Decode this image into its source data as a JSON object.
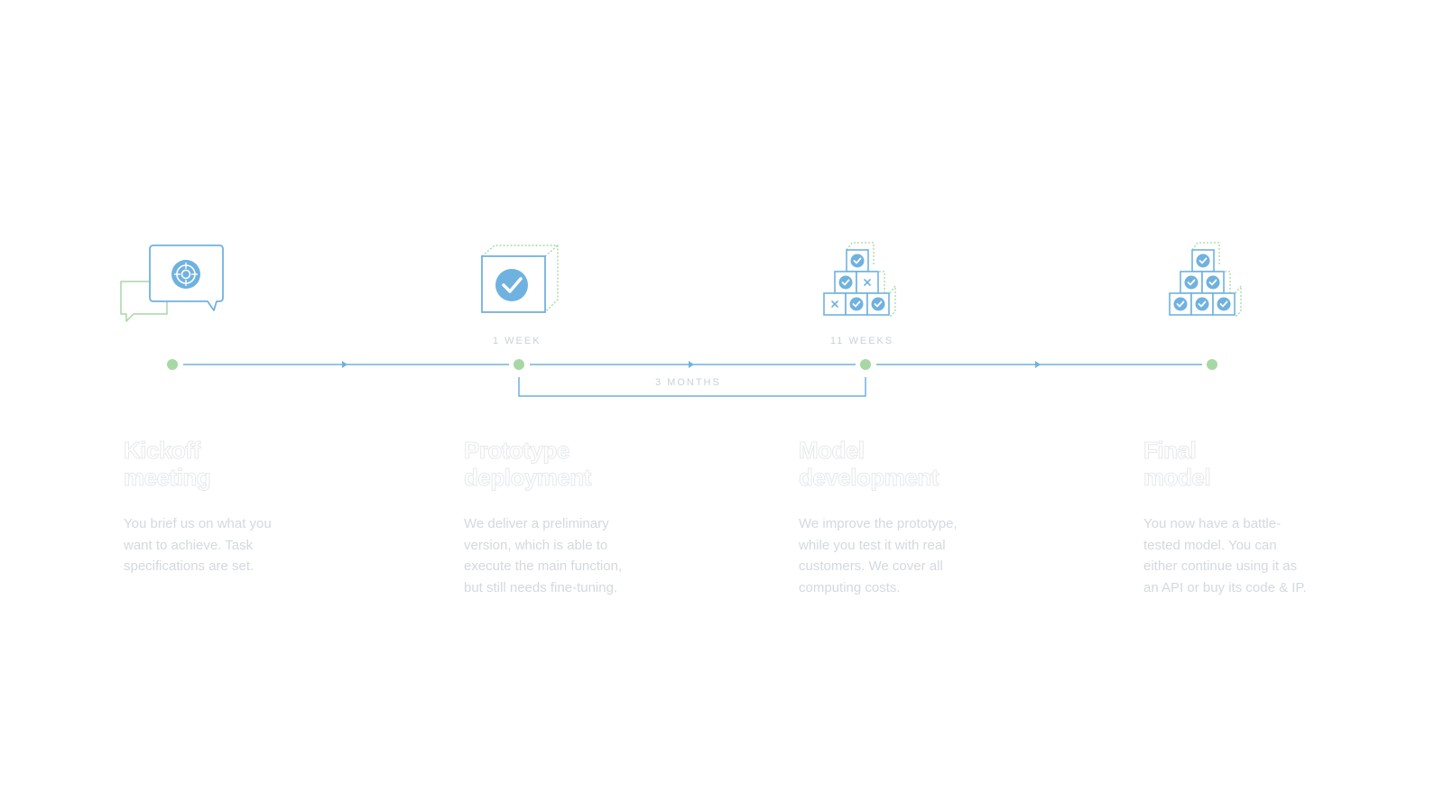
{
  "colors": {
    "line": "#6fb2e0",
    "node": "#a7d8a4",
    "icon_blue": "#6fb2e0",
    "icon_green": "#a7d8a4",
    "title_outline": "#e6e9ec",
    "desc_text": "#d4d9de",
    "label_text": "#c9d2d8"
  },
  "durations": {
    "one_week": "1 WEEK",
    "eleven_weeks": "11 WEEKS",
    "three_months": "3 MONTHS"
  },
  "steps": [
    {
      "icon": "chat-target-icon",
      "title_line1": "Kickoff",
      "title_line2": "meeting",
      "desc": [
        "You brief us on what you",
        "want to achieve. Task",
        "specifications are set."
      ]
    },
    {
      "icon": "check-cube-icon",
      "title_line1": "Prototype",
      "title_line2": "deployment",
      "desc": [
        "We deliver a preliminary",
        "version, which is able to",
        "execute the main function,",
        "but still needs fine-tuning."
      ]
    },
    {
      "icon": "mixed-blocks-pyramid-icon",
      "title_line1": "Model",
      "title_line2": "development",
      "desc": [
        "We improve the prototype,",
        "while you test it with real",
        "customers. We cover all",
        "computing costs."
      ]
    },
    {
      "icon": "checked-blocks-pyramid-icon",
      "title_line1": "Final",
      "title_line2": "model",
      "desc": [
        "You now have a battle-",
        "tested model. You can",
        "either continue using it as",
        "an API or buy its code & IP."
      ]
    }
  ]
}
